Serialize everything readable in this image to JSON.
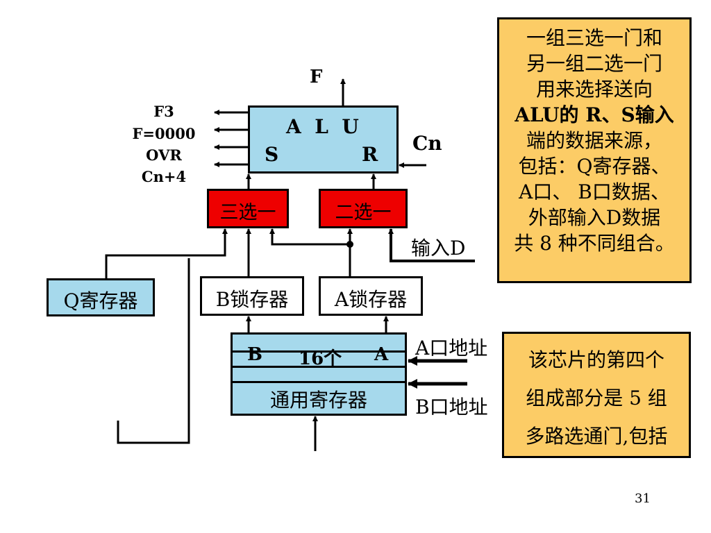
{
  "alu": {
    "title": "A  L  U",
    "s": "S",
    "r": "R"
  },
  "signals": {
    "f": "F",
    "cn": "Cn",
    "f3": "F3",
    "fzero": "F=0000",
    "ovr": "OVR",
    "cn4": "Cn+4"
  },
  "mux3": {
    "label": "三选一"
  },
  "mux2": {
    "label": "二选一"
  },
  "input_d": "输入D",
  "q_reg": "Q寄存器",
  "b_latch": "B锁存器",
  "a_latch": "A锁存器",
  "gp_reg": {
    "b": "B",
    "count": "16个",
    "a": "A",
    "name": "通用寄存器"
  },
  "a_port": "A口地址",
  "b_port": "B口地址",
  "note1": [
    "一组三选一门和",
    "另一组二选一门",
    "用来选择送向",
    "ALU的 R、S输入",
    "端的数据来源，",
    "包括：Q寄存器、",
    "A口、 B口数据、",
    "外部输入D数据",
    "共 8 种不同组合。"
  ],
  "note2": [
    "该芯片的第四个",
    "组成部分是 5 组",
    "多路选通门,包括"
  ],
  "page_number": "31"
}
